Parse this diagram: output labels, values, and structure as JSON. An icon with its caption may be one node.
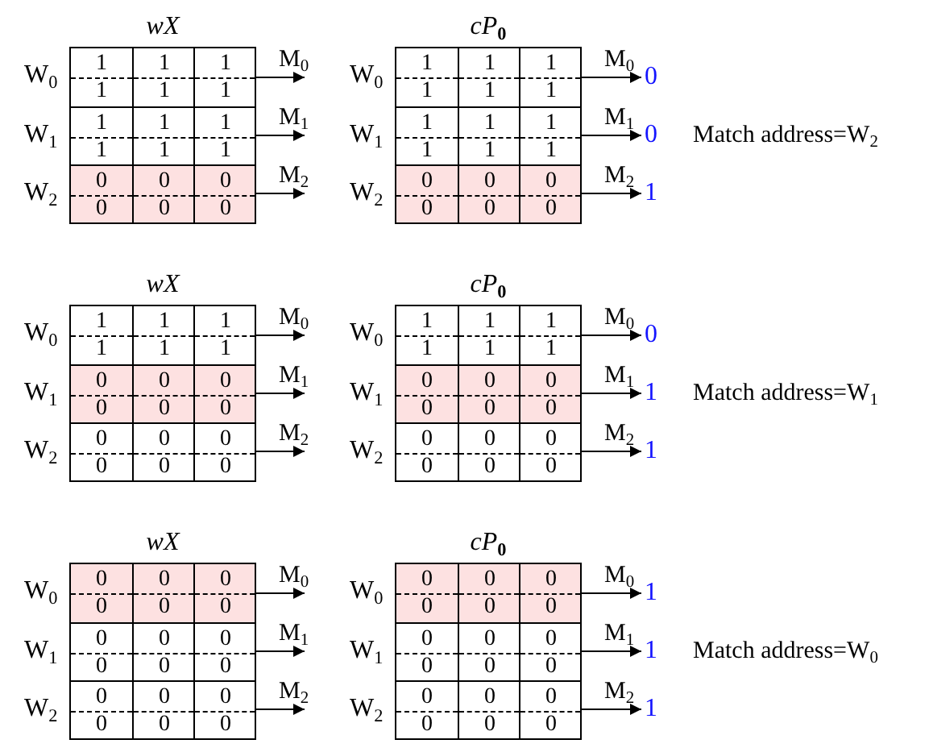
{
  "diagram": {
    "nodes": [
      {
        "text": [
          "wX"
        ]
      },
      {
        "in": 0,
        "text": [
          "1",
          "1",
          "1",
          "1",
          "1",
          "1"
        ],
        "beside": [
          "W$_{0}$"
        ]
      },
      {
        "in": 0,
        "text": [
          "1",
          "1",
          "1",
          "1",
          "1",
          "1"
        ],
        "beside": [
          "W$_{1}$"
        ]
      },
      {
        "in": 0,
        "text": [
          "0",
          "0",
          "0",
          "0",
          "0",
          "0"
        ],
        "beside": [
          "W$_{2}$"
        ]
      },
      {
        "text": [
          "cP$_{0}$"
        ]
      },
      {
        "in": 4,
        "text": [
          "1",
          "1",
          "1",
          "1",
          "1",
          "1"
        ],
        "beside": [
          "W$_{0}$"
        ]
      },
      {
        "in": 4,
        "text": [
          "1",
          "1",
          "1",
          "1",
          "1",
          "1"
        ],
        "beside": [
          "W$_{1}$"
        ]
      },
      {
        "in": 4,
        "text": [
          "0",
          "0",
          "0",
          "0",
          "0",
          "0"
        ],
        "beside": [
          "W$_{2}$"
        ]
      },
      {
        "text": [
          "0"
        ]
      },
      {
        "text": [
          "0"
        ]
      },
      {
        "text": [
          "1"
        ]
      },
      {
        "text": [
          "wX"
        ]
      },
      {
        "in": 11,
        "text": [
          "1",
          "1",
          "1",
          "1",
          "1",
          "1"
        ],
        "beside": [
          "W$_{0}$"
        ]
      },
      {
        "in": 11,
        "text": [
          "0",
          "0",
          "0",
          "0",
          "0",
          "0"
        ],
        "beside": [
          "W$_{1}$"
        ]
      },
      {
        "in": 11,
        "text": [
          "0",
          "0",
          "0",
          "0",
          "0",
          "0"
        ],
        "beside": [
          "W$_{2}$"
        ]
      },
      {
        "text": [
          "cP$_{0}$"
        ]
      },
      {
        "in": 15,
        "text": [
          "1",
          "1",
          "1",
          "1",
          "1",
          "1"
        ],
        "beside": [
          "W$_{0}$"
        ]
      },
      {
        "in": 15,
        "text": [
          "0",
          "0",
          "0",
          "0",
          "0",
          "0"
        ],
        "beside": [
          "W$_{1}$"
        ]
      },
      {
        "in": 15,
        "text": [
          "0",
          "0",
          "0",
          "0",
          "0",
          "0"
        ],
        "beside": [
          "W$_{2}$"
        ]
      },
      {
        "text": [
          "0"
        ]
      },
      {
        "text": [
          "1"
        ]
      },
      {
        "text": [
          "1"
        ]
      },
      {
        "text": [
          "wX"
        ]
      },
      {
        "in": 22,
        "text": [
          "0",
          "0",
          "0",
          "0",
          "0",
          "0"
        ],
        "beside": [
          "W$_{0}$"
        ]
      },
      {
        "in": 22,
        "text": [
          "0",
          "0",
          "0",
          "0",
          "0",
          "0"
        ],
        "beside": [
          "W$_{1}$"
        ]
      },
      {
        "in": 22,
        "text": [
          "0",
          "0",
          "0",
          "0",
          "0",
          "0"
        ],
        "beside": [
          "W$_{2}$"
        ]
      },
      {
        "text": [
          "cP$_{0}$"
        ]
      },
      {
        "in": 26,
        "text": [
          "0",
          "0",
          "0",
          "0",
          "0",
          "0"
        ],
        "beside": [
          "W$_{0}$"
        ]
      },
      {
        "in": 26,
        "text": [
          "0",
          "0",
          "0",
          "0",
          "0",
          "0"
        ],
        "beside": [
          "W$_{1}$"
        ]
      },
      {
        "in": 26,
        "text": [
          "0",
          "0",
          "0",
          "0",
          "0",
          "0"
        ],
        "beside": [
          "W$_{2}$"
        ]
      },
      {
        "text": [
          "1"
        ]
      },
      {
        "text": [
          "1"
        ]
      },
      {
        "text": [
          "1"
        ]
      }
    ],
    "edges": [
      {
        "from": 1,
        "to": null,
        "arrow": "to",
        "label": "M$_{0}$"
      },
      {
        "from": 2,
        "to": null,
        "arrow": "to",
        "label": "M$_{1}$"
      },
      {
        "from": 3,
        "to": null,
        "arrow": "to",
        "label": "M$_{2}$"
      },
      {
        "from": 5,
        "to": 8,
        "arrow": "to",
        "label": "M$_{0}$"
      },
      {
        "from": 6,
        "to": 9,
        "arrow": "to",
        "label": "M$_{1}$"
      },
      {
        "from": 7,
        "to": 10,
        "arrow": "to",
        "label": "M$_{2}$"
      },
      {
        "from": 12,
        "to": null,
        "arrow": "to",
        "label": "M$_{0}$"
      },
      {
        "from": 13,
        "to": null,
        "arrow": "to",
        "label": "M$_{1}$"
      },
      {
        "from": 14,
        "to": null,
        "arrow": "to",
        "label": "M$_{2}$"
      },
      {
        "from": 16,
        "to": 19,
        "arrow": "to",
        "label": "M$_{0}$"
      },
      {
        "from": 17,
        "to": 20,
        "arrow": "to",
        "label": "M$_{1}$"
      },
      {
        "from": 18,
        "to": 21,
        "arrow": "to",
        "label": "M$_{2}$"
      },
      {
        "from": 23,
        "to": null,
        "arrow": "to",
        "label": "M$_{0}$"
      },
      {
        "from": 24,
        "to": null,
        "arrow": "to",
        "label": "M$_{1}$"
      },
      {
        "from": 25,
        "to": null,
        "arrow": "to",
        "label": "M$_{2}$"
      },
      {
        "from": 27,
        "to": 30,
        "arrow": "to",
        "label": "M$_{0}$"
      },
      {
        "from": 28,
        "to": 31,
        "arrow": "to",
        "label": "M$_{1}$"
      },
      {
        "from": 29,
        "to": 32,
        "arrow": "to",
        "label": "M$_{2}$"
      }
    ],
    "labels": [
      "Match address=W$_{2}$",
      "Match address=W$_{1}$",
      "Match address=W$_{0}$"
    ]
  }
}
